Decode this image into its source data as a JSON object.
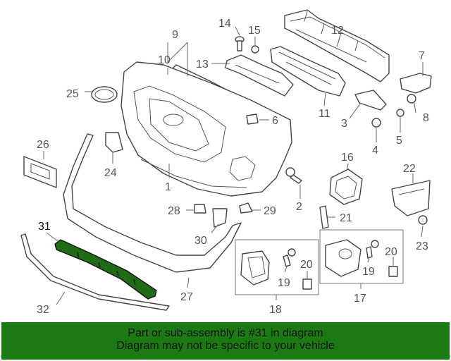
{
  "diagram": {
    "callouts": {
      "c1": "1",
      "c2": "2",
      "c3": "3",
      "c4": "4",
      "c5": "5",
      "c6": "6",
      "c7": "7",
      "c8": "8",
      "c9": "9",
      "c10": "10",
      "c11": "11",
      "c12": "12",
      "c13": "13",
      "c14": "14",
      "c15": "15",
      "c16": "16",
      "c17": "17",
      "c18": "18",
      "c19a": "19",
      "c19b": "19",
      "c20a": "20",
      "c20b": "20",
      "c21": "21",
      "c22": "22",
      "c23": "23",
      "c24": "24",
      "c25": "25",
      "c26": "26",
      "c27": "27",
      "c28": "28",
      "c29": "29",
      "c30": "30",
      "c31": "31",
      "c32": "32"
    },
    "highlight_color": "#1f6b16"
  },
  "banner": {
    "line1": "Part or sub-assembly is #31 in diagram",
    "line2": "Diagram may not be specific to your vehicle",
    "background": "#1c7a12"
  }
}
